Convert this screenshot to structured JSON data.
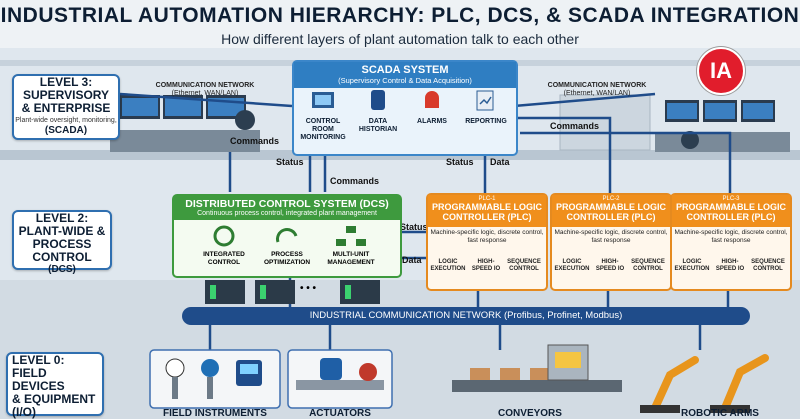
{
  "header": {
    "title": "INDUSTRIAL AUTOMATION HIERARCHY: PLC, DCS, & SCADA INTEGRATION",
    "subtitle": "How different layers of plant automation talk to each other"
  },
  "logo": {
    "text": "IA",
    "color": "#e11d2c"
  },
  "levels": {
    "level3": {
      "title_line1": "LEVEL 3:",
      "title_line2": "SUPERVISORY",
      "title_line3": "& ENTERPRISE",
      "desc": "Plant-wide oversight, monitoring,",
      "tag": "(SCADA)"
    },
    "level2": {
      "title_line1": "LEVEL 2:",
      "title_line2": "PLANT-WIDE &",
      "title_line3": "PROCESS CONTROL",
      "tag": "(DCS)"
    },
    "level0": {
      "title_line1": "LEVEL 0:",
      "title_line2": "FIELD DEVICES",
      "title_line3": "& EQUIPMENT",
      "tag": "(I/O)"
    }
  },
  "scada": {
    "title": "SCADA SYSTEM",
    "subtitle": "(Supervisory Control & Data Acquisition)",
    "features": [
      "CONTROL ROOM MONITORING",
      "DATA HISTORIAN",
      "ALARMS",
      "REPORTING"
    ]
  },
  "comm_left": {
    "line1": "COMMUNICATION NETWORK",
    "line2": "(Ethernet, WAN/LAN)"
  },
  "comm_right": {
    "line1": "COMMUNICATION NETWORK",
    "line2": "(Ethernet, WAN/LAN)"
  },
  "flow_labels": {
    "commands_left": "Commands",
    "status_mid": "Status",
    "commands_mid": "Commands",
    "status_right": "Status",
    "data_right": "Data",
    "commands_right": "Commands",
    "status_dcs": "Status",
    "data_dcs": "Data"
  },
  "dcs": {
    "title": "DISTRIBUTED CONTROL SYSTEM (DCS)",
    "subtitle": "Continuous process control, integrated plant management",
    "features": [
      "INTEGRATED CONTROL",
      "PROCESS OPTIMIZATION",
      "MULTI-UNIT MANAGEMENT"
    ],
    "ellipsis": "• • •"
  },
  "plcs": [
    {
      "num": "PLC-1",
      "title_line1": "PROGRAMMABLE LOGIC",
      "title_line2": "CONTROLLER (PLC)",
      "desc": "Machine-specific logic, discrete control, fast response",
      "features": [
        "LOGIC EXECUTION",
        "HIGH-SPEED IO",
        "SEQUENCE CONTROL"
      ]
    },
    {
      "num": "PLC-2",
      "title_line1": "PROGRAMMABLE LOGIC",
      "title_line2": "CONTROLLER (PLC)",
      "desc": "Machine-specific logic, discrete control, fast response",
      "features": [
        "LOGIC EXECUTION",
        "HIGH-SPEED IO",
        "SEQUENCE CONTROL"
      ]
    },
    {
      "num": "PLC-3",
      "title_line1": "PROGRAMMABLE LOGIC",
      "title_line2": "CONTROLLER (PLC)",
      "desc": "Machine-specific logic, discrete control, fast response",
      "features": [
        "LOGIC EXECUTION",
        "HIGH-SPEED IO",
        "SEQUENCE CONTROL"
      ]
    }
  ],
  "network_bar": "INDUSTRIAL COMMUNICATION NETWORK (Profibus, Profinet, Modbus)",
  "bottom": {
    "field_instruments": "FIELD INSTRUMENTS",
    "actuators": "ACTUATORS",
    "conveyors": "CONVEYORS",
    "robotic_arms": "ROBOTIC ARMS"
  }
}
